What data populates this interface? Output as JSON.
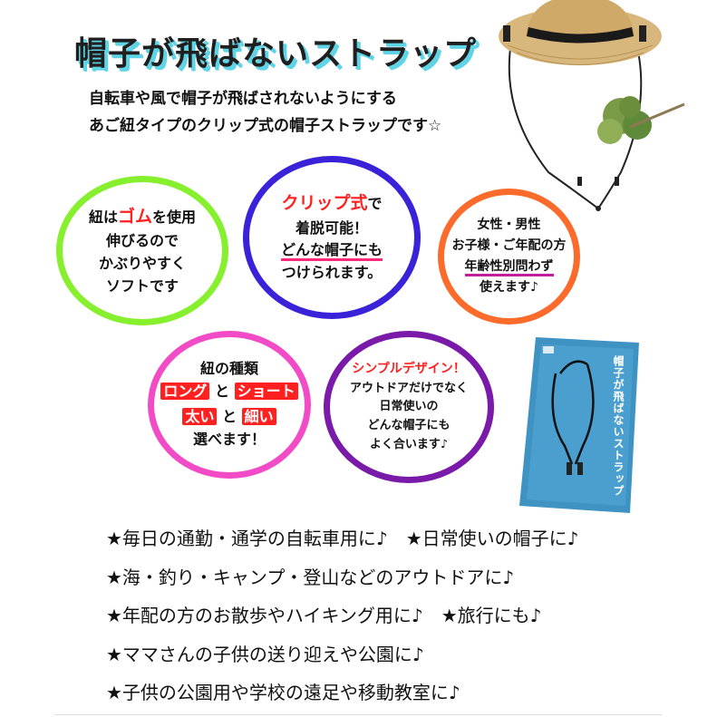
{
  "title": "帽子が飛ばないストラップ",
  "intro": {
    "line1": "自転車や風で帽子が飛ばされないようにする",
    "line2": "あご紐タイプのクリップ式の帽子ストラップです☆"
  },
  "circles": {
    "green": {
      "l1a": "紐は",
      "l1b": "ゴム",
      "l1c": "を使用",
      "l2": "伸びるので",
      "l3": "かぶりやすく",
      "l4": "ソフトです"
    },
    "blue": {
      "l1a": "クリップ式",
      "l1b": "で",
      "l2": "着脱可能！",
      "l3": "どんな帽子にも",
      "l4": "つけられます。"
    },
    "orange": {
      "l1": "女性・男性",
      "l2": "お子様・ご年配の方",
      "l3": "年齢性別問わず",
      "l4": "使えます♪"
    },
    "pink": {
      "l1": "紐の種類",
      "l2a": "ロング",
      "l2b": "と",
      "l2c": "ショート",
      "l3a": "太い",
      "l3b": "と",
      "l3c": "細い",
      "l4": "選べます！"
    },
    "purple": {
      "l1": "シンプルデザイン！",
      "l2": "アウトドアだけでなく",
      "l3": "日常使いの",
      "l4": "どんな帽子にも",
      "l5": "よく合います♪"
    }
  },
  "package": {
    "vertical_title": "帽子が飛ばないストラップ"
  },
  "features": [
    "★毎日の通勤・通学の自転車用に♪　★日常使いの帽子に♪",
    "★海・釣り・キャンプ・登山などのアウトドアに♪",
    "★年配の方のお散歩やハイキング用に♪　★旅行にも♪",
    "★ママさんの子供の送り迎えや公園に♪",
    "★子供の公園用や学校の遠足や移動教室に♪"
  ],
  "colors": {
    "green": "#86ef2e",
    "blue": "#3a22d9",
    "orange": "#fa6b2c",
    "pink": "#f24bc6",
    "purple": "#7a1aa8",
    "accent_red": "#ff2020",
    "title_shadow": "#5fd4e6",
    "package_blue": "#3f93c2"
  },
  "icons": [
    "straw-hat-photo",
    "greenery-photo",
    "strap-package-photo"
  ]
}
